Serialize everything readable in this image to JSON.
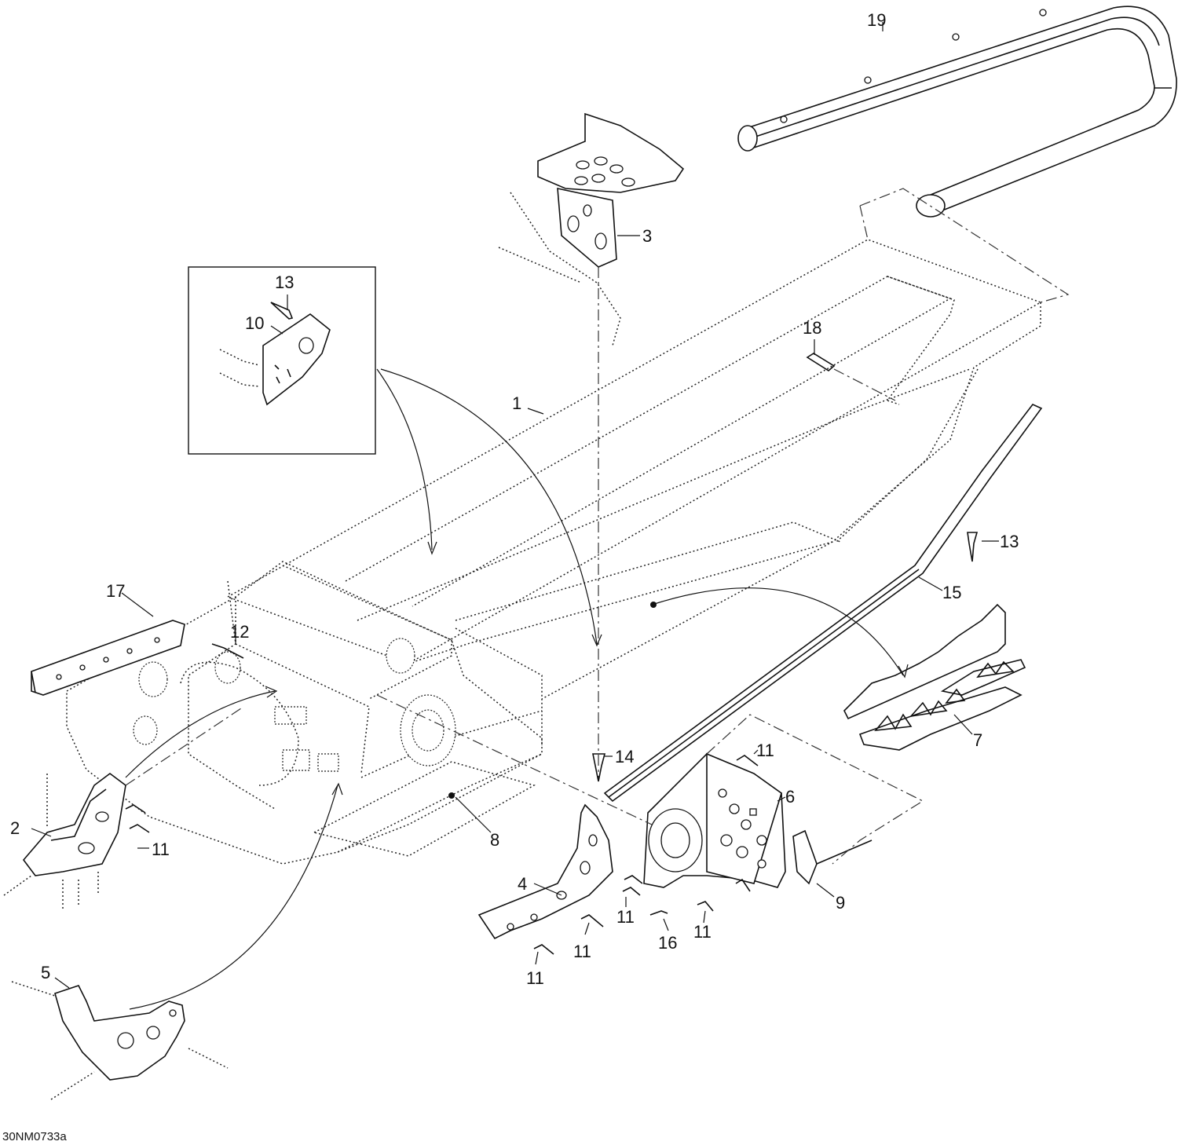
{
  "figure": {
    "drawing_id": "30NM0733a"
  },
  "callouts": [
    {
      "id": "c1",
      "label": "1"
    },
    {
      "id": "c2",
      "label": "2"
    },
    {
      "id": "c3",
      "label": "3"
    },
    {
      "id": "c4",
      "label": "4"
    },
    {
      "id": "c5",
      "label": "5"
    },
    {
      "id": "c6",
      "label": "6"
    },
    {
      "id": "c7",
      "label": "7"
    },
    {
      "id": "c8",
      "label": "8"
    },
    {
      "id": "c9",
      "label": "9"
    },
    {
      "id": "c10",
      "label": "10"
    },
    {
      "id": "c11a",
      "label": "11"
    },
    {
      "id": "c11b",
      "label": "11"
    },
    {
      "id": "c11c",
      "label": "11"
    },
    {
      "id": "c11d",
      "label": "11"
    },
    {
      "id": "c11e",
      "label": "11"
    },
    {
      "id": "c11f",
      "label": "11"
    },
    {
      "id": "c12",
      "label": "12"
    },
    {
      "id": "c13a",
      "label": "13"
    },
    {
      "id": "c13b",
      "label": "13"
    },
    {
      "id": "c14",
      "label": "14"
    },
    {
      "id": "c15",
      "label": "15"
    },
    {
      "id": "c16",
      "label": "16"
    },
    {
      "id": "c17",
      "label": "17"
    },
    {
      "id": "c18",
      "label": "18"
    },
    {
      "id": "c19",
      "label": "19"
    }
  ]
}
